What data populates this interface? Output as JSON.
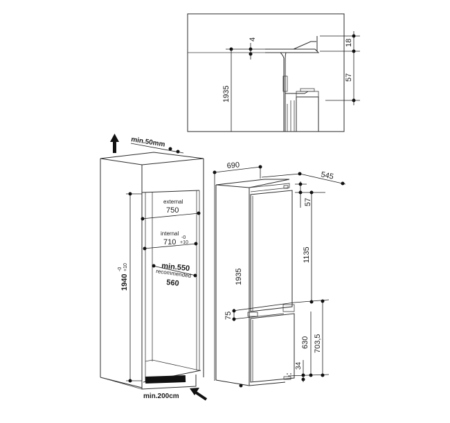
{
  "detail_view": {
    "gap_top": "4",
    "height": "1935",
    "hinge_top": "18",
    "hinge_offset": "57"
  },
  "cabinet": {
    "top_clearance": "min.50mm",
    "external_label": "external",
    "external_value": "750",
    "internal_label": "internal",
    "internal_value": "710",
    "internal_tol_minus": "-0",
    "internal_tol_plus": "+10",
    "depth_min": "min.550",
    "depth_recommended_label": "recommended",
    "depth_recommended_value": "560",
    "height_value": "1940",
    "height_tol_minus": "-0",
    "height_tol_plus": "+10",
    "vent_area": "min.200cm",
    "airflow_out_icon": "arrow-up-icon",
    "airflow_in_icon": "arrow-diagonal-icon"
  },
  "appliance": {
    "width": "690",
    "depth": "545",
    "top_offset": "57",
    "height": "1935",
    "upper_door": "1135",
    "door_gap": "75",
    "lower_door": "630",
    "lower_total": "703,5",
    "bottom_offset": "34"
  }
}
